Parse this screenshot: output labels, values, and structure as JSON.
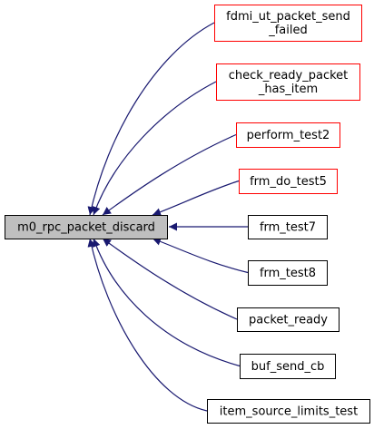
{
  "graph": {
    "root": {
      "id": "m0_rpc_packet_discard",
      "lines": [
        "m0_rpc_packet_discard"
      ],
      "fill": "#bfbfbf",
      "border": "#000000"
    },
    "callers": [
      {
        "id": "fdmi_ut_packet_send_failed",
        "lines": [
          "fdmi_ut_packet_send",
          "_failed"
        ],
        "border": "#ff0000"
      },
      {
        "id": "check_ready_packet_has_item",
        "lines": [
          "check_ready_packet",
          "_has_item"
        ],
        "border": "#ff0000"
      },
      {
        "id": "perform_test2",
        "lines": [
          "perform_test2"
        ],
        "border": "#ff0000"
      },
      {
        "id": "frm_do_test5",
        "lines": [
          "frm_do_test5"
        ],
        "border": "#ff0000"
      },
      {
        "id": "frm_test7",
        "lines": [
          "frm_test7"
        ],
        "border": "#000000"
      },
      {
        "id": "frm_test8",
        "lines": [
          "frm_test8"
        ],
        "border": "#000000"
      },
      {
        "id": "packet_ready",
        "lines": [
          "packet_ready"
        ],
        "border": "#000000"
      },
      {
        "id": "buf_send_cb",
        "lines": [
          "buf_send_cb"
        ],
        "border": "#000000"
      },
      {
        "id": "item_source_limits_test",
        "lines": [
          "item_source_limits_test"
        ],
        "border": "#000000"
      }
    ],
    "edge_color": "#191970"
  }
}
